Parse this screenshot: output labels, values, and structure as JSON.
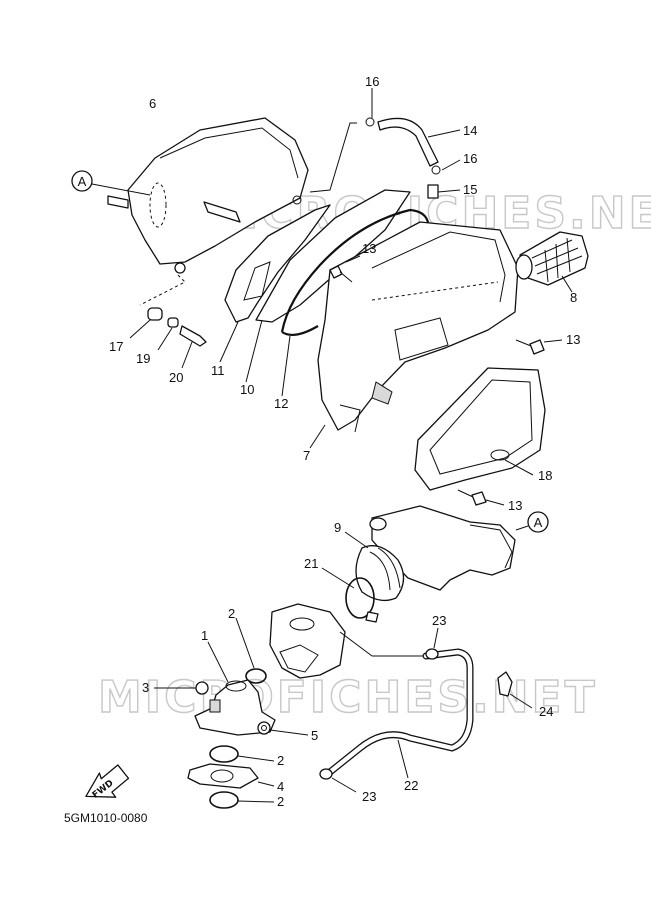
{
  "watermark": "MICROFICHES.NET",
  "diagram_code": "5GM1010-0080",
  "fwd_label": "FWD",
  "callout_a": "A",
  "labels": {
    "p1": "1",
    "p2a": "2",
    "p2b": "2",
    "p2c": "2",
    "p3": "3",
    "p4": "4",
    "p5": "5",
    "p6": "6",
    "p7": "7",
    "p8": "8",
    "p9": "9",
    "p10": "10",
    "p11": "11",
    "p12": "12",
    "p13a": "13",
    "p13b": "13",
    "p13c": "13",
    "p14": "14",
    "p15": "15",
    "p16a": "16",
    "p16b": "16",
    "p17": "17",
    "p18": "18",
    "p19": "19",
    "p20": "20",
    "p21": "21",
    "p22": "22",
    "p23a": "23",
    "p23b": "23",
    "p24": "24"
  }
}
